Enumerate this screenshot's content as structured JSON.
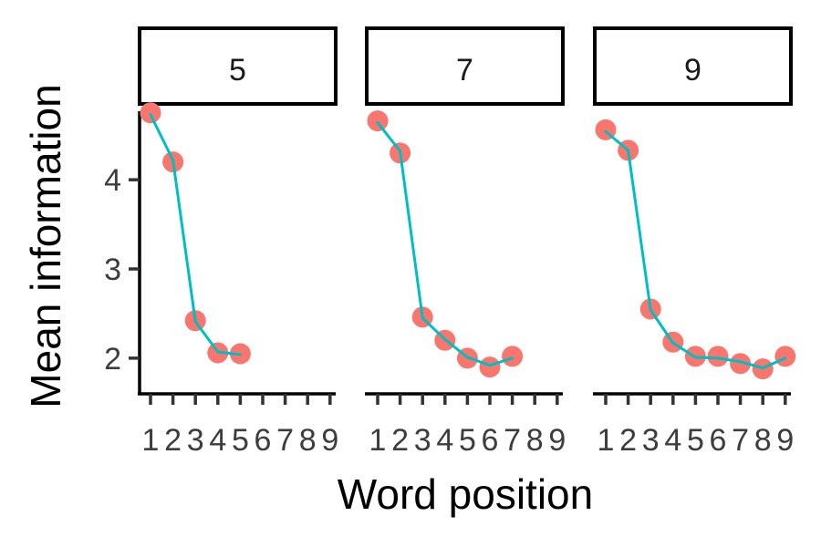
{
  "chart_data": {
    "type": "line",
    "xlabel": "Word position",
    "ylabel": "Mean information",
    "x_ticks": [
      1,
      2,
      3,
      4,
      5,
      6,
      7,
      8,
      9
    ],
    "y_ticks": [
      2,
      3,
      4
    ],
    "xlim": [
      0.5,
      9.5
    ],
    "ylim": [
      1.6,
      4.85
    ],
    "grid": false,
    "colors": {
      "points": "#F8766D",
      "line": "#00BFC4"
    },
    "facets": [
      {
        "label": "5",
        "series": [
          {
            "marker": "points",
            "x": [
              1,
              2,
              3,
              4,
              5
            ],
            "y": [
              4.75,
              4.2,
              2.42,
              2.06,
              2.05
            ]
          },
          {
            "marker": "line",
            "x": [
              1,
              2,
              3,
              4,
              5
            ],
            "y": [
              4.73,
              4.22,
              2.41,
              2.07,
              2.04
            ]
          }
        ]
      },
      {
        "label": "7",
        "series": [
          {
            "marker": "points",
            "x": [
              1,
              2,
              3,
              4,
              5,
              6,
              7
            ],
            "y": [
              4.66,
              4.3,
              2.46,
              2.2,
              2.0,
              1.9,
              2.02
            ]
          },
          {
            "marker": "line",
            "x": [
              1,
              2,
              3,
              4,
              5,
              6,
              7
            ],
            "y": [
              4.64,
              4.32,
              2.45,
              2.21,
              2.01,
              1.92,
              2.0
            ]
          }
        ]
      },
      {
        "label": "9",
        "series": [
          {
            "marker": "points",
            "x": [
              1,
              2,
              3,
              4,
              5,
              6,
              7,
              8,
              9
            ],
            "y": [
              4.56,
              4.33,
              2.55,
              2.18,
              2.02,
              2.02,
              1.94,
              1.88,
              2.02
            ]
          },
          {
            "marker": "line",
            "x": [
              1,
              2,
              3,
              4,
              5,
              6,
              7,
              8,
              9
            ],
            "y": [
              4.54,
              4.33,
              2.54,
              2.17,
              2.01,
              2.0,
              1.96,
              1.89,
              2.0
            ]
          }
        ]
      }
    ]
  }
}
